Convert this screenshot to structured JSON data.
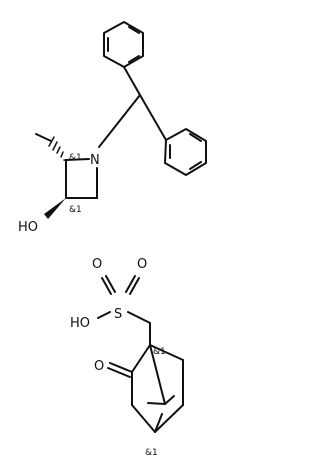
{
  "molecule_top": {
    "atom_labels": {
      "nitrogen": "N",
      "hydroxyl": "HO"
    },
    "stereo_labels": [
      "&1",
      "&1"
    ]
  },
  "molecule_bottom": {
    "atom_labels": {
      "sulfonic_hydroxyl": "HO",
      "sulfur": "S",
      "oxygen_upper_left": "O",
      "oxygen_upper_right": "O",
      "ketone_oxygen": "O"
    },
    "stereo_labels": [
      "&1",
      "&1"
    ]
  }
}
